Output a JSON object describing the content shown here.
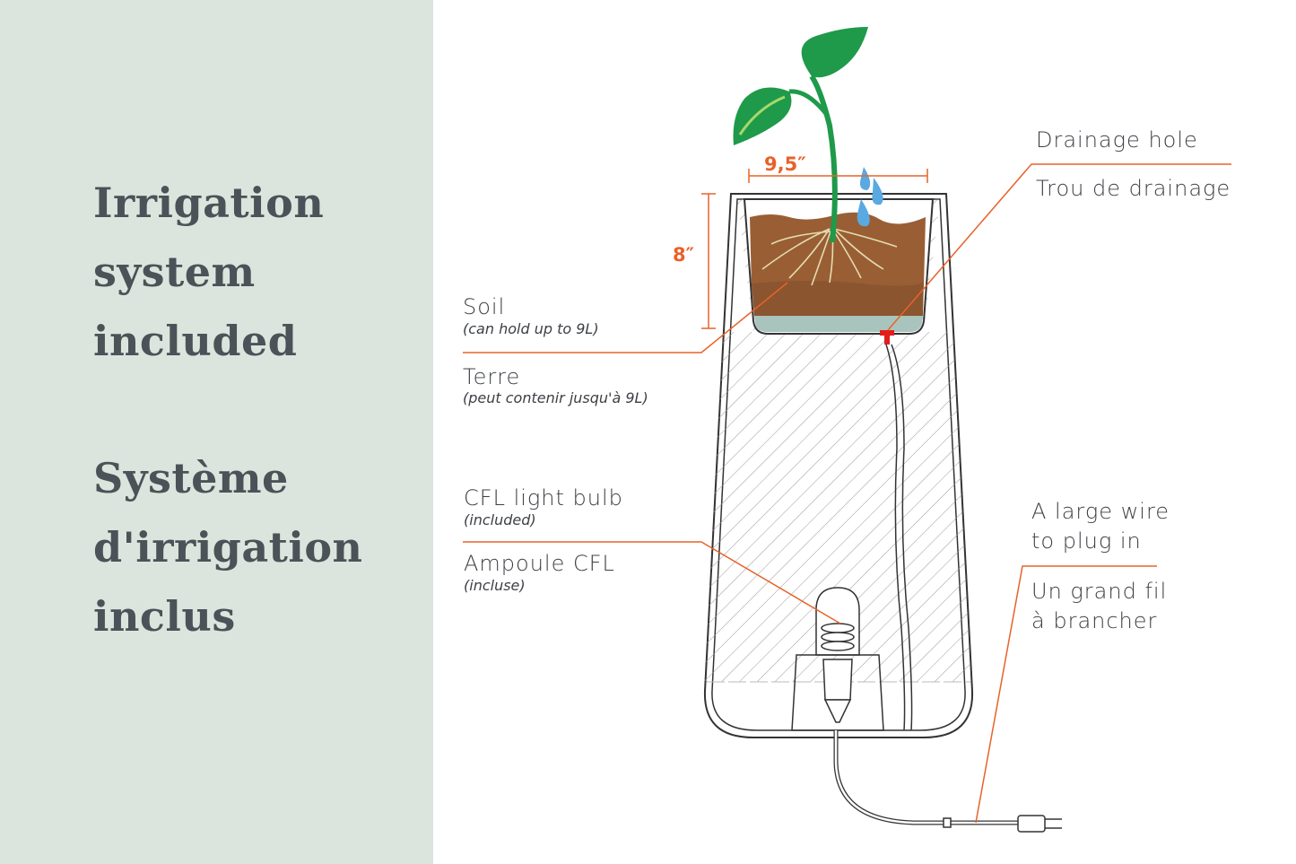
{
  "headline_en": [
    "Irrigation",
    "system",
    "included"
  ],
  "headline_fr": [
    "Système",
    "d'irrigation",
    "inclus"
  ],
  "dimensions": {
    "width": "9,5″",
    "height": "8″"
  },
  "labels": {
    "soil_en": "Soil",
    "soil_en_note": "(can hold up to 9L)",
    "soil_fr": "Terre",
    "soil_fr_note": "(peut contenir jusqu'à 9L)",
    "bulb_en": "CFL light bulb",
    "bulb_en_note": "(included)",
    "bulb_fr": "Ampoule CFL",
    "bulb_fr_note": "(incluse)",
    "drain_en": "Drainage hole",
    "drain_fr": "Trou de drainage",
    "wire_en_1": "A large wire",
    "wire_en_2": "to plug in",
    "wire_fr_1": "Un grand fil",
    "wire_fr_2": "à brancher"
  },
  "colors": {
    "accent": "#e8622a",
    "panel": "#dce5dd",
    "soil": "#9a5e34",
    "water": "#a9c4bd",
    "leaf": "#1e9a4a"
  }
}
